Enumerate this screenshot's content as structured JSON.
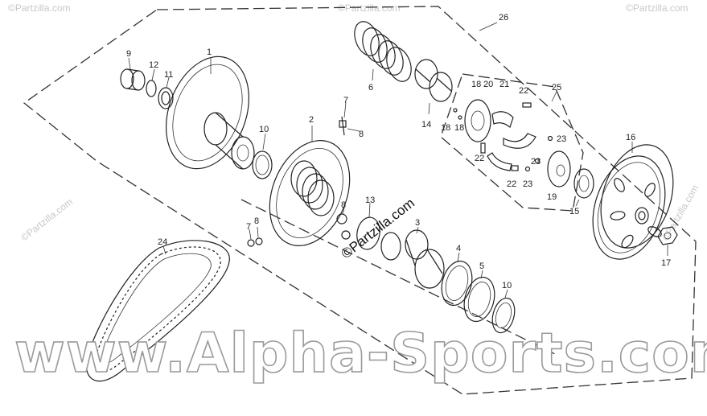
{
  "diagram": {
    "labels": {
      "p1": "1",
      "p2": "2",
      "p3": "3",
      "p4": "4",
      "p5": "5",
      "p6": "6",
      "p7a": "7",
      "p7b": "7",
      "p8a": "8",
      "p8b": "8",
      "p8c": "8",
      "p9": "9",
      "p10a": "10",
      "p10b": "10",
      "p11": "11",
      "p12": "12",
      "p13": "13",
      "p14": "14",
      "p15": "15",
      "p16": "16",
      "p17": "17",
      "p18a": "18",
      "p18b": "18",
      "p18c": "18",
      "p19": "19",
      "p20": "20",
      "p21": "21",
      "p22a": "22",
      "p22b": "22",
      "p22c": "22",
      "p23a": "23",
      "p23b": "23",
      "p23c": "23",
      "p24": "24",
      "p25": "25",
      "p26": "26"
    }
  },
  "watermarks": {
    "main": "www.Alpha-Sports.com",
    "center": "©Partzilla.com",
    "corner": "©Partzilla.com",
    "side": "©Partzilla.com"
  }
}
